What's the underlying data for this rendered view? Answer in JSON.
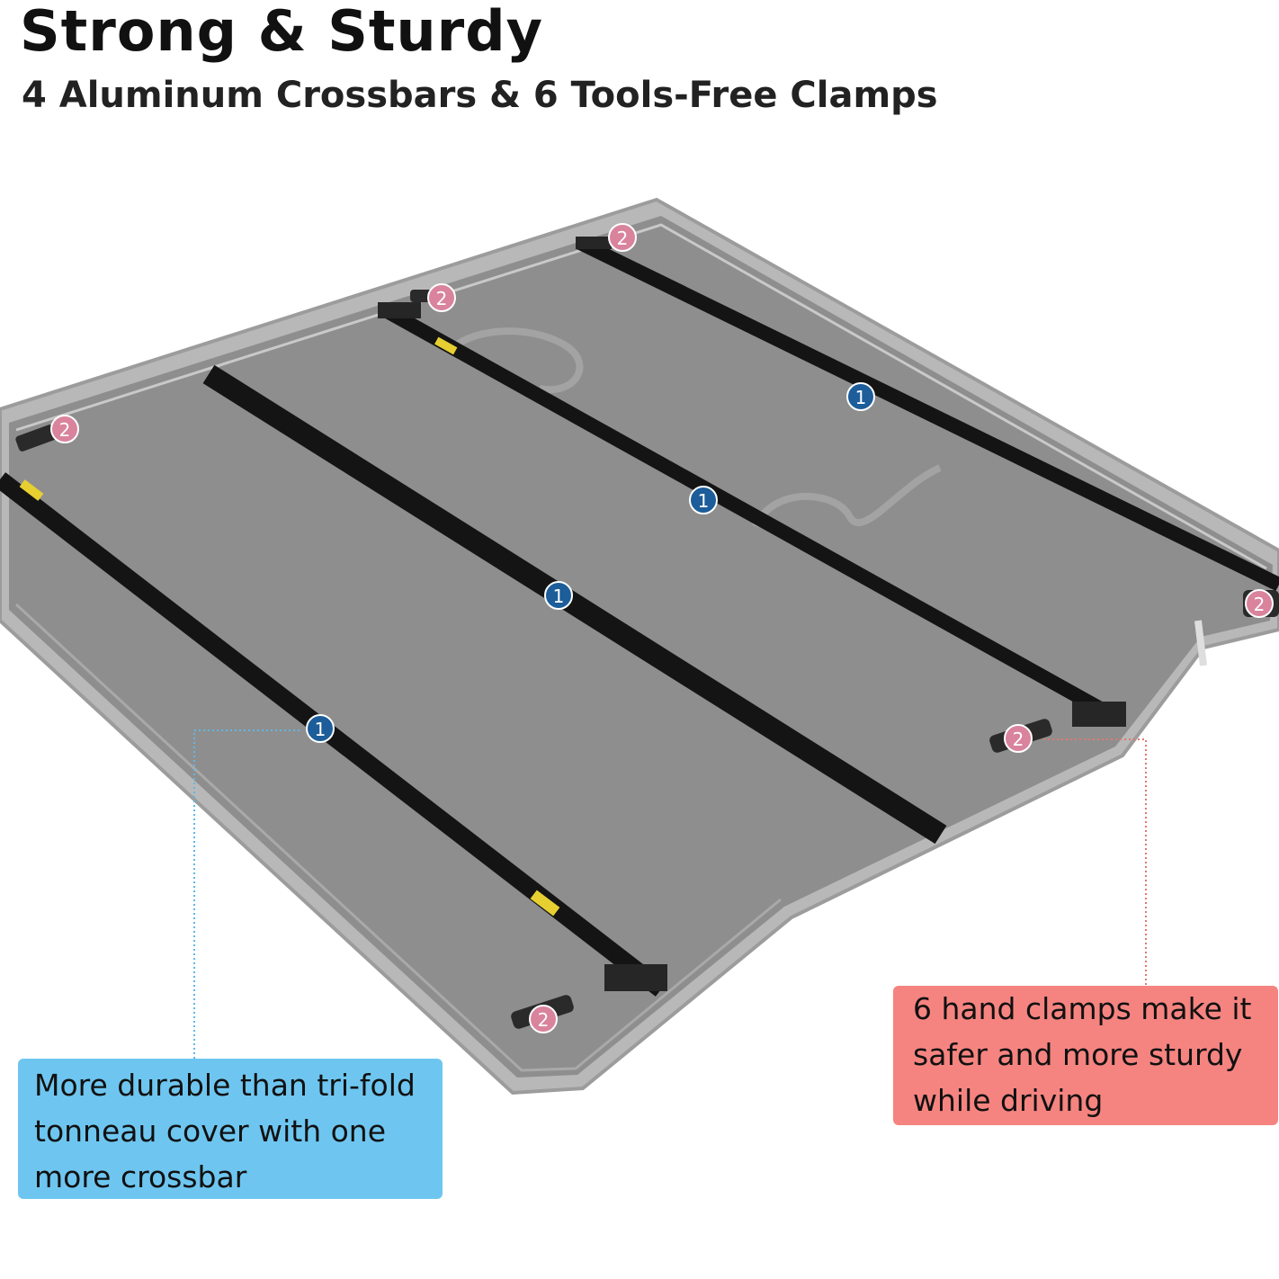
{
  "title": "Strong & Sturdy",
  "subtitle": "4 Aluminum Crossbars & 6 Tools-Free Clamps",
  "markers": {
    "crossbar_label": "1",
    "clamp_label": "2"
  },
  "callouts": {
    "durable": {
      "lines": [
        "More durable than tri-fold",
        "tonneau cover with one",
        "more crossbar"
      ]
    },
    "clamps": {
      "lines": [
        "6 hand clamps make it",
        "safer and more sturdy",
        "while driving"
      ]
    }
  },
  "colors": {
    "cover_panel": "#8e8e8e",
    "cover_frame": "#b8b8b8",
    "crossbar": "#141414",
    "crossbar_marker": "#1c5d9a",
    "clamp_marker": "#d9839d",
    "callout_blue": "#6ec6f0",
    "callout_red": "#f58480"
  },
  "icons": {
    "crossbar_marker": "numbered-circle-icon",
    "clamp_marker": "numbered-circle-icon"
  }
}
